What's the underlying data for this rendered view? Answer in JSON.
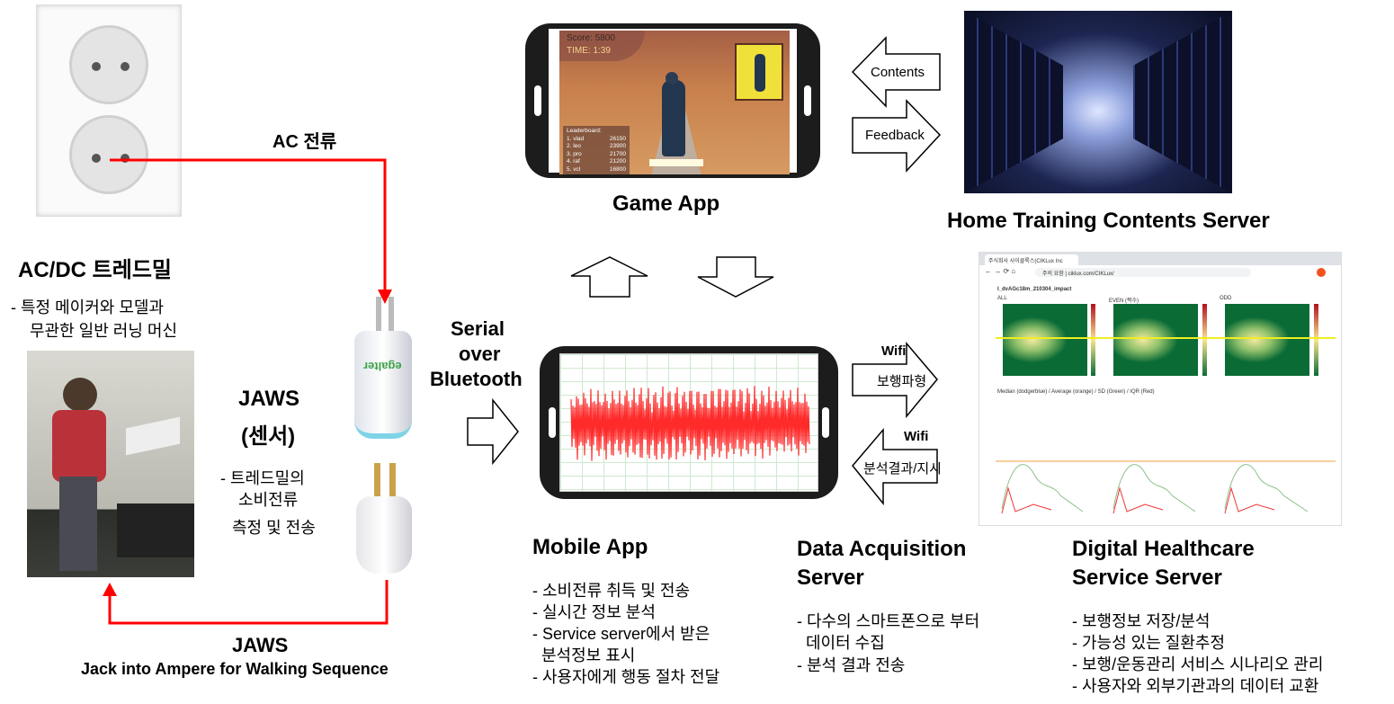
{
  "treadmill": {
    "title": "AC/DC 트레드밀",
    "desc": [
      "- 특정 메이커와 모델과",
      "무관한 일반 러닝 머신"
    ]
  },
  "ac_label": "AC 전류",
  "sensor": {
    "title": "JAWS",
    "subtitle": "(센서)",
    "desc": [
      "- 트레드밀의",
      "소비전류",
      "측정 및 전송"
    ],
    "brand": "egalter"
  },
  "jaws_bottom": {
    "title": "JAWS",
    "subtitle": "Jack into Ampere for Walking Sequence"
  },
  "bluetooth_label": [
    "Serial",
    "over",
    "Bluetooth"
  ],
  "game": {
    "score": "Score: 5800",
    "time": "TIME: 1:39",
    "leaderboard_title": "Leaderboard:",
    "leaderboard": [
      {
        "name": "1. vlad",
        "score": "26150"
      },
      {
        "name": "2. leo",
        "score": "23900"
      },
      {
        "name": "3. pro",
        "score": "21700"
      },
      {
        "name": "4. raf",
        "score": "21200"
      },
      {
        "name": "5. vcl",
        "score": "16800"
      }
    ],
    "label": "Game App"
  },
  "contents_arrow": "Contents",
  "feedback_arrow": "Feedback",
  "home_server_label": "Home Training Contents Server",
  "wifi_up": {
    "wifi": "Wifi",
    "label": "보행파형"
  },
  "wifi_down": {
    "wifi": "Wifi",
    "label": "분석결과/지시"
  },
  "browser": {
    "tab": "주식회사 사이클룩스(CIKLux Inc",
    "url_warning": "주의 요함",
    "url": "ciklux.com/CIKLux/",
    "heading": "I_dvAGc18m_210304_impact",
    "panels": [
      "ALL",
      "EVEN (짝수)",
      "ODD"
    ],
    "legend": "Median (dodgerblue) / Average (orange) / SD (Green) / IQR (Red)"
  },
  "mobile": {
    "title": "Mobile App",
    "items": [
      "- 소비전류 취득 및 전송",
      "- 실시간 정보 분석",
      "- Service server에서 받은",
      "  분석정보 표시",
      "- 사용자에게 행동 절차 전달"
    ]
  },
  "daq": {
    "title": [
      "Data Acquisition",
      "Server"
    ],
    "items": [
      "- 다수의 스마트폰으로 부터",
      "  데이터 수집",
      "- 분석 결과 전송"
    ]
  },
  "dhs": {
    "title": [
      "Digital Healthcare",
      "Service Server"
    ],
    "items": [
      "- 보행정보 저장/분석",
      "- 가능성 있는 질환추정",
      "- 보행/운동관리 서비스 시나리오 관리",
      "- 사용자와 외부기관과의 데이터 교환"
    ]
  },
  "colors": {
    "red_line": "#ff0000",
    "sand": "#c9834e",
    "heatmap_green": "#0a6b35",
    "signal": "#ff2a2a"
  }
}
